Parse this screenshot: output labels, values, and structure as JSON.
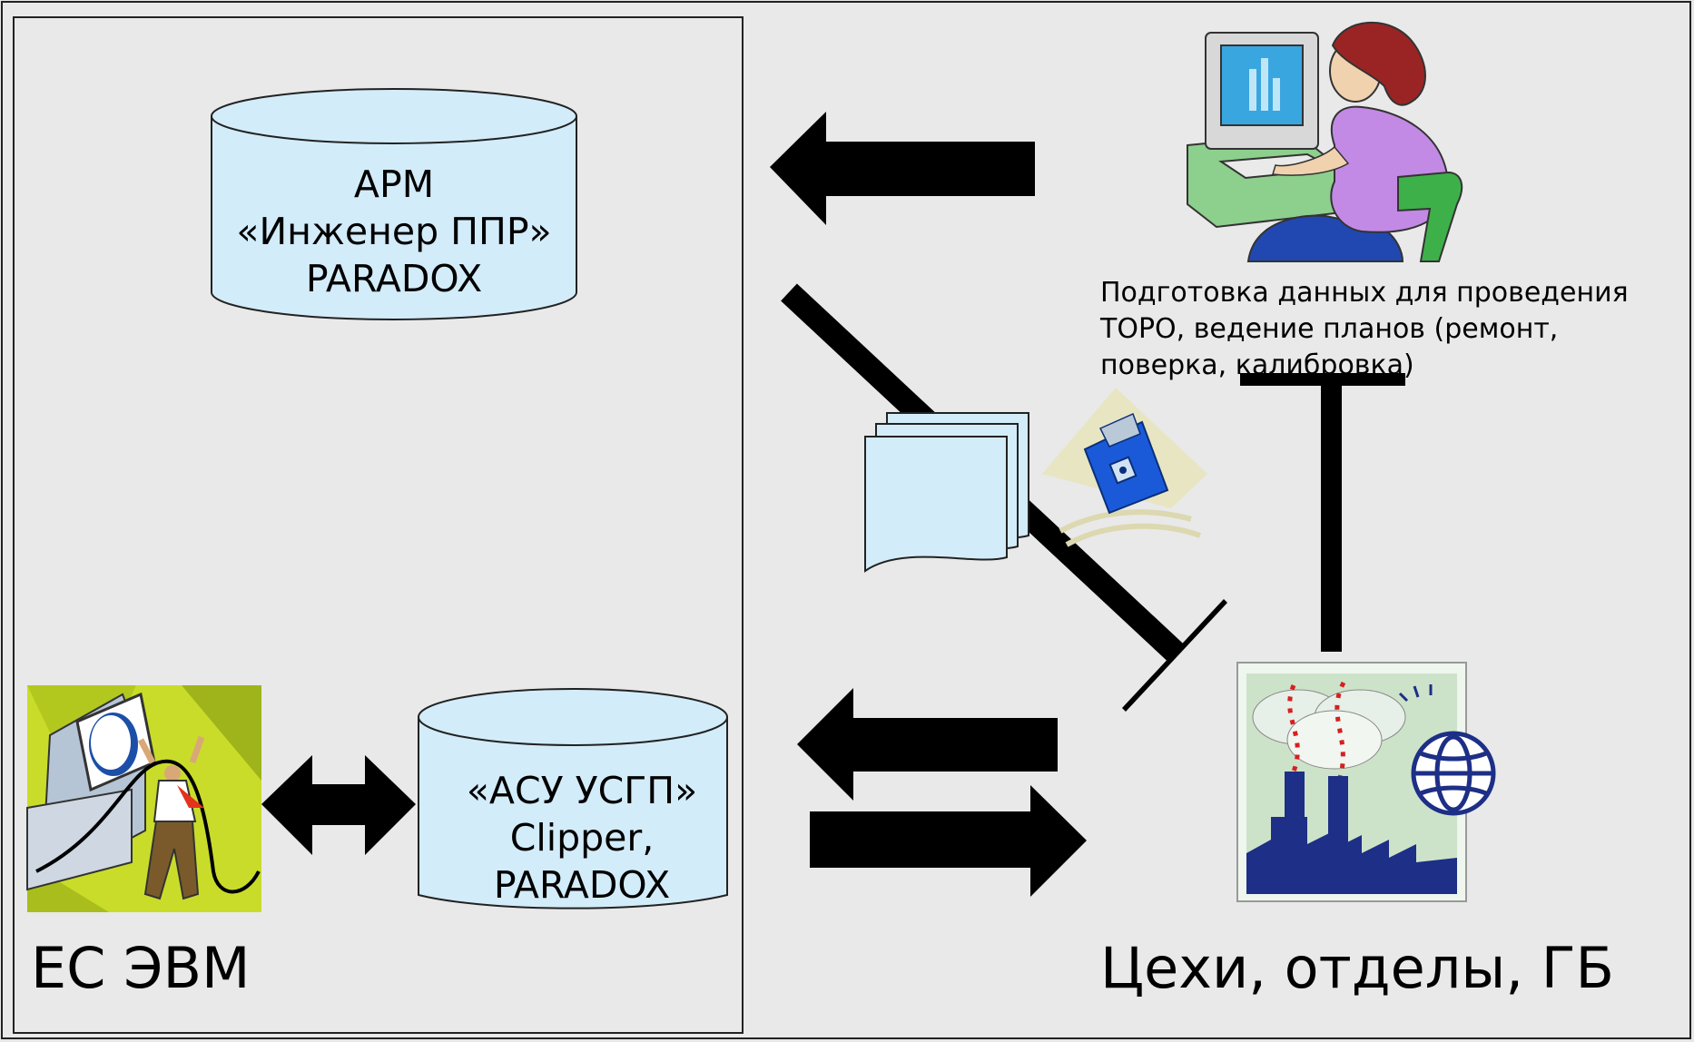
{
  "diagram": {
    "arm_db": {
      "lines": [
        "АРМ",
        "«Инженер ППР»",
        "PARADOX"
      ]
    },
    "asu_db": {
      "lines": [
        "«АСУ УСГП»",
        "Clipper,",
        "PARADOX"
      ]
    },
    "description": "Подготовка данных для проведения ТОРО, ведение планов (ремонт, поверка, калибровка)",
    "left_caption": "ЕС ЭВМ",
    "right_caption": "Цехи, отделы, ГБ"
  },
  "colors": {
    "cylinder_fill": "#d3ecfa",
    "background": "#e9e9e9",
    "arrow": "#000000"
  },
  "icons": [
    "mainframe-operator-icon",
    "woman-at-computer-icon",
    "document-stack-icon",
    "floppy-disk-icon",
    "factory-globe-icon"
  ]
}
